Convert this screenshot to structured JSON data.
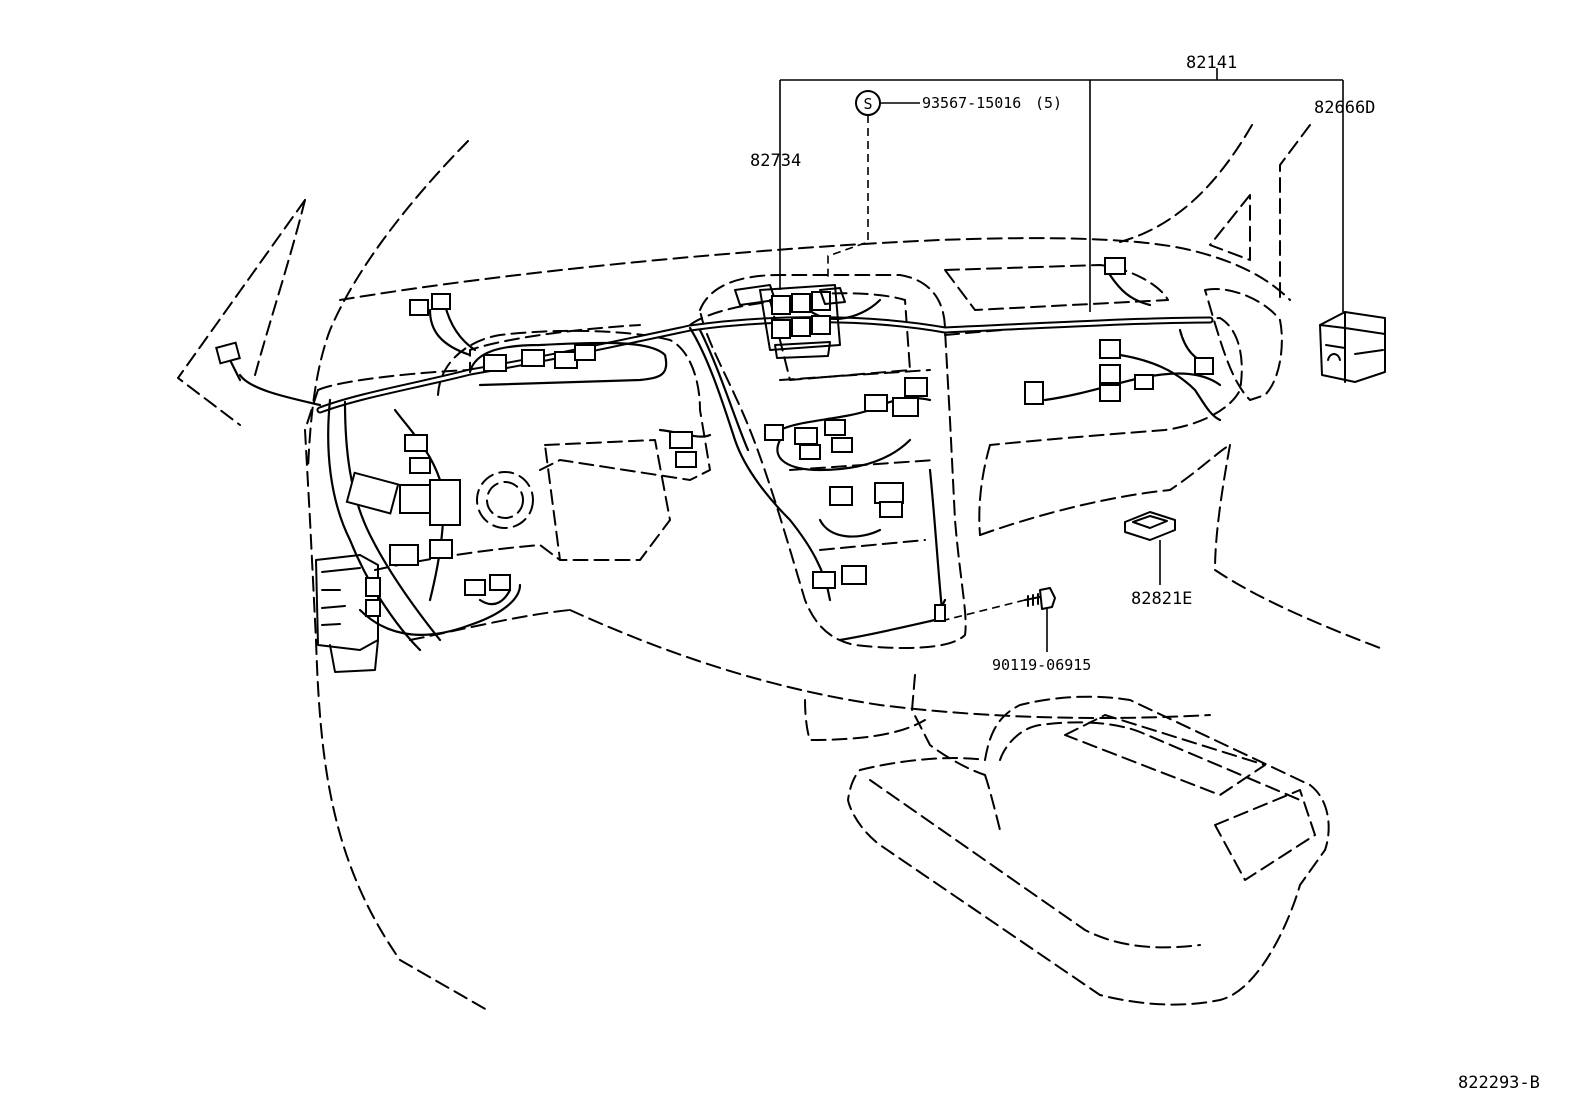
{
  "parts": {
    "harness_assy": "82141",
    "cover": "82666D",
    "junction_block": "82734",
    "screw_symbol": "S",
    "screw": "93567-15016",
    "screw_qty": "(5)",
    "protector": "82821E",
    "bolt": "90119-06915"
  },
  "figure_code": "822293-B"
}
